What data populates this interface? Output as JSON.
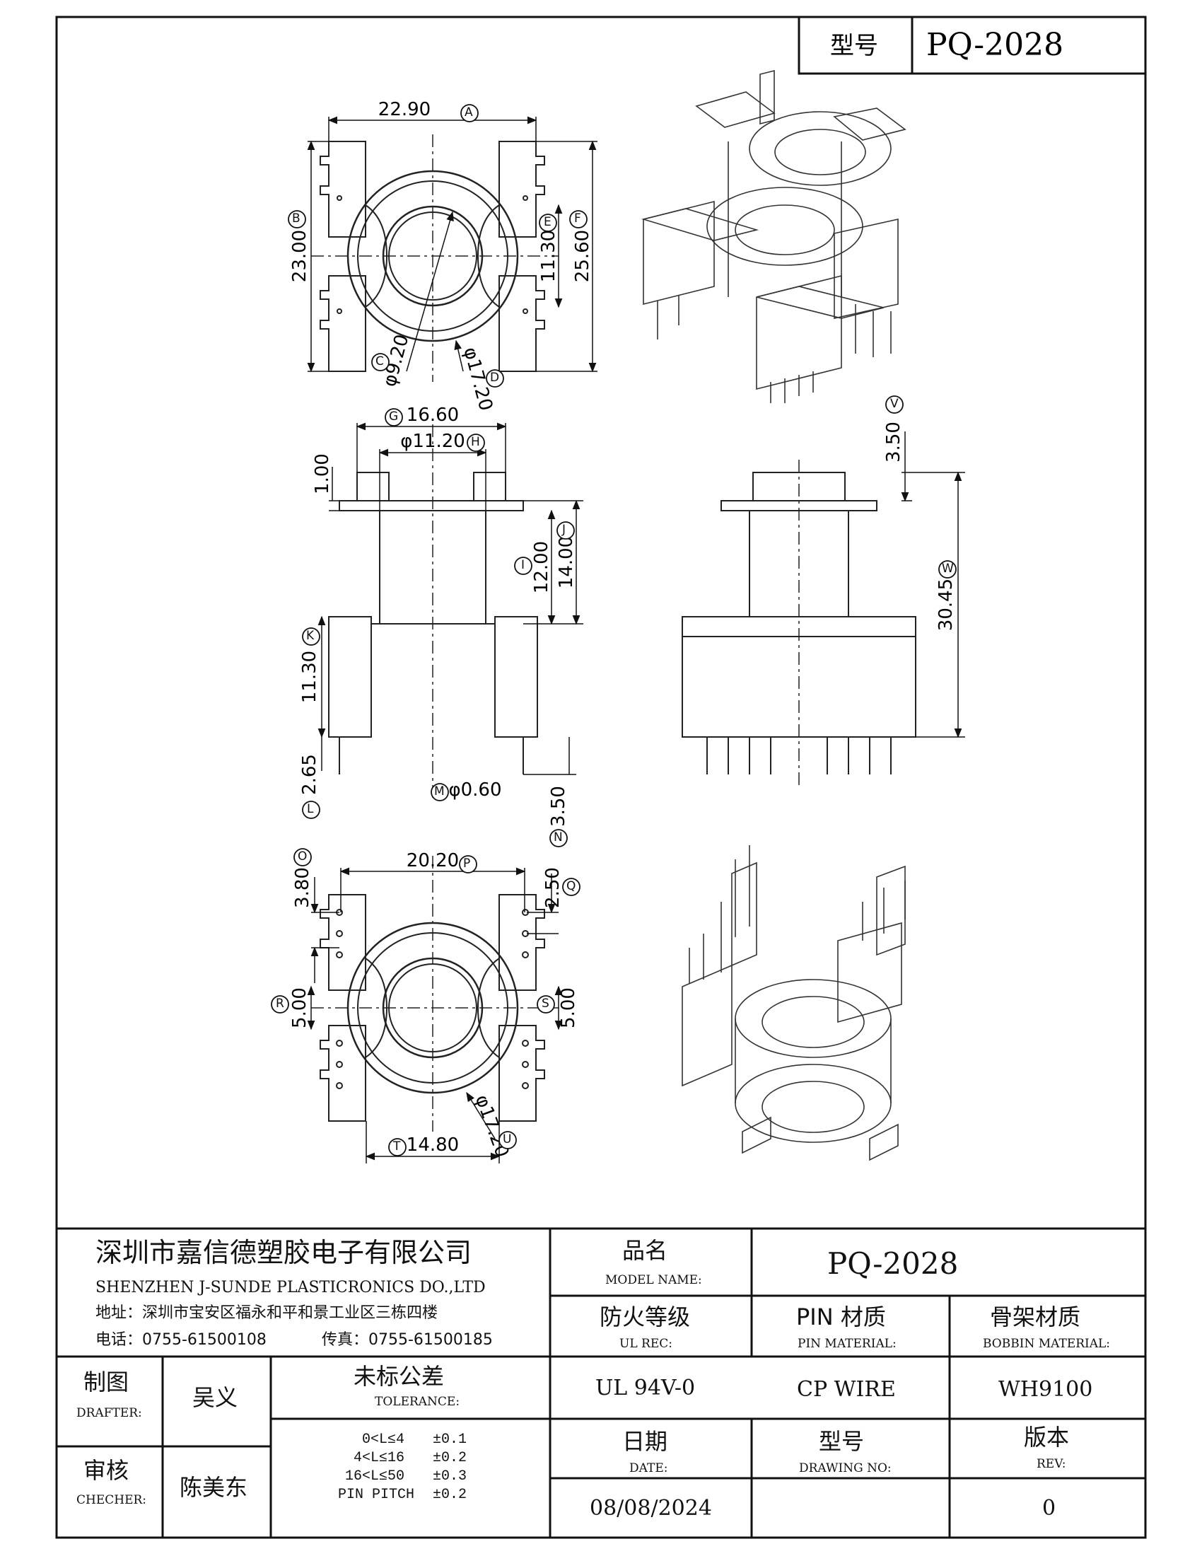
{
  "header": {
    "label": "型号",
    "model": "PQ-2028"
  },
  "dims": {
    "A": "22.90",
    "B": "23.00",
    "C": "φ9.20",
    "D": "φ17.20",
    "E": "11.30",
    "F": "25.60",
    "G": "16.60",
    "H": "φ11.20",
    "t1": "1.00",
    "I": "12.00",
    "J": "14.00",
    "K": "11.30",
    "L": "2.65",
    "M": "φ0.60",
    "N": "3.50",
    "V": "3.50",
    "W": "30.45",
    "O": "3.80",
    "P": "20.20",
    "Q": "2.50",
    "R": "5.00",
    "S": "5.00",
    "T": "14.80",
    "U": "φ17.20"
  },
  "company": {
    "name_cn": "深圳市嘉信德塑胶电子有限公司",
    "name_en": "SHENZHEN J-SUNDE PLASTICRONICS DO.,LTD",
    "address": "地址：深圳市宝安区福永和平和景工业区三栋四楼",
    "tel": "电话：0755-61500108",
    "fax": "传真：0755-61500185"
  },
  "title_block": {
    "model_name_cn": "品名",
    "model_name_en": "MODEL NAME:",
    "model_value": "PQ-2028",
    "ul_cn": "防火等级",
    "ul_en": "UL REC:",
    "ul_value": "UL 94V-0",
    "pin_cn": "PIN 材质",
    "pin_en": "PIN MATERIAL:",
    "pin_value": "CP WIRE",
    "bobbin_cn": "骨架材质",
    "bobbin_en": "BOBBIN MATERIAL:",
    "bobbin_value": "WH9100",
    "drafter_cn": "制图",
    "drafter_en": "DRAFTER:",
    "drafter_name": "吴义",
    "checker_cn": "审核",
    "checker_en": "CHECHER:",
    "checker_name": "陈美东",
    "tolerance_cn": "未标公差",
    "tolerance_en": "TOLERANCE:",
    "tolerances": [
      {
        "range": "0<L≤4",
        "value": "±0.1"
      },
      {
        "range": "4<L≤16",
        "value": "±0.2"
      },
      {
        "range": "16<L≤50",
        "value": "±0.3"
      },
      {
        "range": "PIN PITCH",
        "value": "±0.2"
      }
    ],
    "date_cn": "日期",
    "date_en": "DATE:",
    "date_value": "08/08/2024",
    "drawing_cn": "型号",
    "drawing_en": "DRAWING NO:",
    "drawing_value": "",
    "rev_cn": "版本",
    "rev_en": "REV:",
    "rev_value": "0"
  }
}
